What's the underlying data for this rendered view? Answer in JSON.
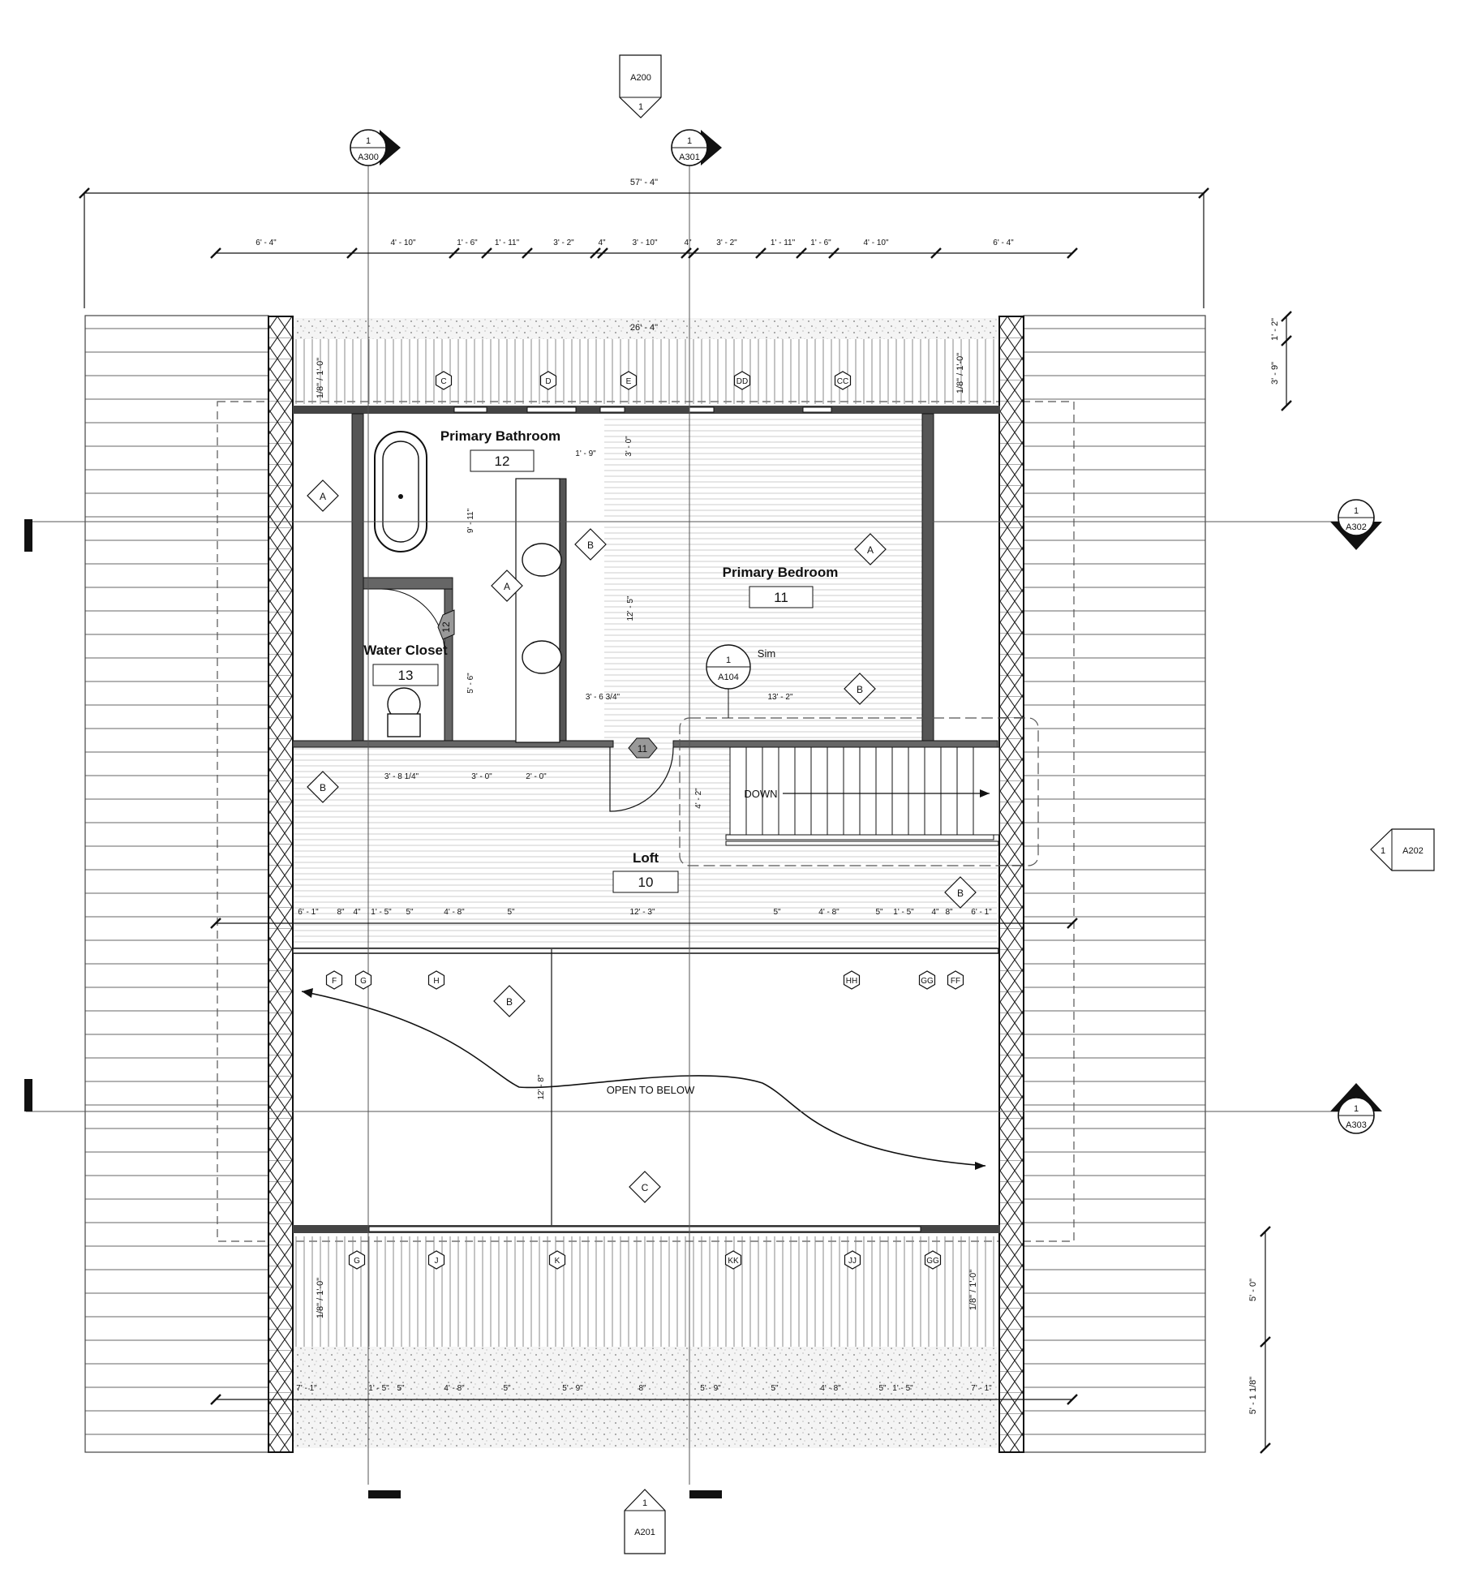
{
  "rooms": {
    "bath": {
      "name": "Primary Bathroom",
      "number": "12"
    },
    "bed": {
      "name": "Primary Bedroom",
      "number": "11"
    },
    "wc": {
      "name": "Water Closet",
      "number": "13"
    },
    "loft": {
      "name": "Loft",
      "number": "10"
    }
  },
  "notes": {
    "open_below": "OPEN TO BELOW",
    "down": "DOWN",
    "sim": "Sim",
    "slope_top_left": "1/8\" / 1'-0\"",
    "slope_top_right": "1/8\" / 1'-0\"",
    "slope_bot_left": "1/8\" / 1'-0\"",
    "slope_bot_right": "1/8\" / 1'-0\""
  },
  "sheet_refs": {
    "top": {
      "sheet": "A200",
      "num": "1"
    },
    "bottom": {
      "sheet": "A201",
      "num": "1"
    },
    "right": {
      "sheet": "A202",
      "num": "1"
    },
    "sec_a300": {
      "sheet": "A300",
      "num": "1"
    },
    "sec_a301": {
      "sheet": "A301",
      "num": "1"
    },
    "sec_a302": {
      "sheet": "A302",
      "num": "1"
    },
    "sec_a303": {
      "sheet": "A303",
      "num": "1"
    },
    "detail": {
      "sheet": "A104",
      "num": "1"
    }
  },
  "dims": {
    "overall": "57' - 4\"",
    "top_chain": [
      "6' - 4\"",
      "4' - 10\"",
      "1' - 6\"",
      "1' - 11\"",
      "3' - 2\"",
      "4\"",
      "3' - 10\"",
      "4\"",
      "3' - 2\"",
      "1' - 11\"",
      "1' - 6\"",
      "4' - 10\"",
      "6' - 4\""
    ],
    "deck_width": "26' - 4\"",
    "right_top": "1' - 2\"",
    "right_mid": "3' - 9\"",
    "right_low1": "5' - 0\"",
    "right_low2": "5' - 1 1/8\"",
    "bath_1": "1' - 9\"",
    "bath_2": "3' - 0\"",
    "bath_3": "9' - 11\"",
    "bath_4": "12' - 5\"",
    "bath_5": "5' - 6\"",
    "bath_6": "3' - 6 3/4\"",
    "bed_width": "13' - 2\"",
    "loft_1": "3' - 8 1/4\"",
    "loft_2": "3' - 0\"",
    "loft_3": "2' - 0\"",
    "stair": "4' - 2\"",
    "mid_chain": [
      "6' - 1\"",
      "8\"",
      "4\"",
      "1' - 5\"",
      "5\"",
      "4' - 8\"",
      "5\"",
      "12' - 3\"",
      "5\"",
      "4' - 8\"",
      "5\"",
      "1' - 5\"",
      "4\"",
      "8\"",
      "6' - 1\""
    ],
    "open_height": "12' - 8\"",
    "bot_chain": [
      "7' - 1\"",
      "1' - 5\"",
      "5\"",
      "4' - 8\"",
      "5\"",
      "5' - 9\"",
      "8\"",
      "5' - 9\"",
      "5\"",
      "4' - 8\"",
      "5\"",
      "1' - 5\"",
      "7' - 1\""
    ]
  },
  "tags": {
    "windows_top": [
      "C",
      "D",
      "E",
      "DD",
      "CC"
    ],
    "windows_mid": [
      "F",
      "G",
      "H",
      "HH",
      "GG",
      "FF"
    ],
    "windows_bot": [
      "G",
      "J",
      "K",
      "KK",
      "JJ",
      "GG"
    ],
    "wall_types": [
      "A",
      "A",
      "B",
      "A",
      "B",
      "B",
      "B",
      "B",
      "C"
    ],
    "door_wc": "12",
    "door_loft": "11"
  }
}
